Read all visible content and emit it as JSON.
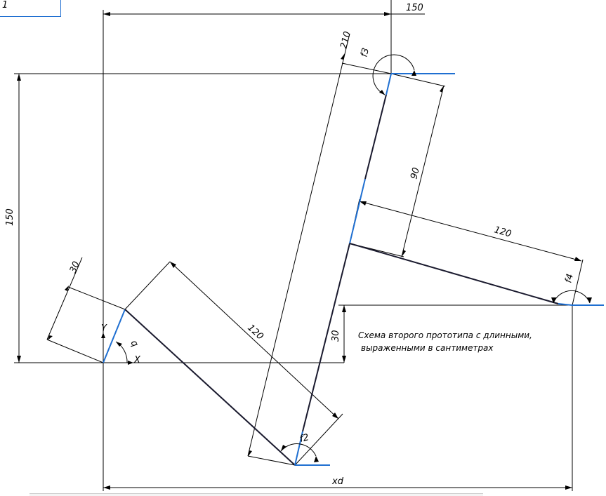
{
  "sheet_tag": "1",
  "dimensions": {
    "top_width": "150",
    "left_height": "150",
    "length_210": "210",
    "length_30_left": "30",
    "length_120_lower": "120",
    "length_90": "90",
    "length_120_upper": "120",
    "length_30_right": "30",
    "xd": "xd"
  },
  "angles": {
    "f2": "f2",
    "f3": "f3",
    "f4": "f4",
    "q": "q"
  },
  "axes": {
    "y": "Y",
    "x": "X"
  },
  "note": {
    "line1": "Схема второго прототипа с длинными,",
    "line2": "выраженными в сантиметрах"
  },
  "colors": {
    "link": "#1f6fd1",
    "link_dark": "#1a1a2e",
    "line": "#000000"
  }
}
